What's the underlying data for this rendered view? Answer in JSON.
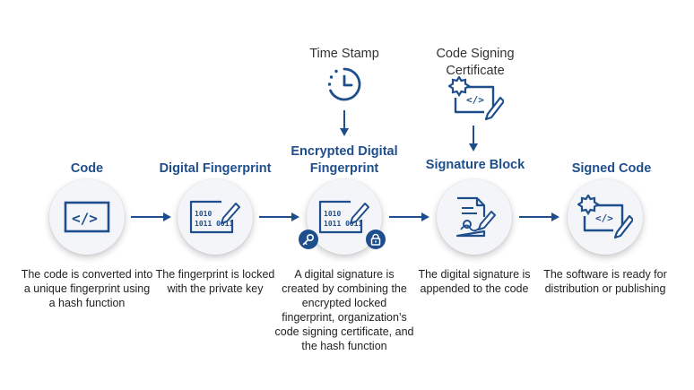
{
  "steps": [
    {
      "title": "Code",
      "description": "The code is converted into a unique fingerprint using a hash function",
      "icon": "code-window-icon"
    },
    {
      "title": "Digital Fingerprint",
      "description": "The fingerprint is locked with the private key",
      "icon": "binary-edit-icon",
      "binary_line1": "1010",
      "binary_line2": "1011 0011"
    },
    {
      "title": "Encrypted Digital Fingerprint",
      "description": "A digital signature is created by combining the encrypted locked fingerprint, organization’s code signing certificate, and the hash function",
      "icon": "binary-edit-icon",
      "binary_line1": "1010",
      "binary_line2": "1011 0011"
    },
    {
      "title": "Signature Block",
      "description": "The digital signature is appended to the code",
      "icon": "signed-document-icon"
    },
    {
      "title": "Signed Code",
      "description": "The software is ready for distribution or publishing",
      "icon": "certificate-code-icon"
    }
  ],
  "inputs": {
    "time_stamp": "Time Stamp",
    "code_signing_certificate": "Code Signing Certificate"
  },
  "colors": {
    "accent": "#1f4e8c",
    "text": "#222222",
    "circle_fill": "#f3f5f9"
  }
}
